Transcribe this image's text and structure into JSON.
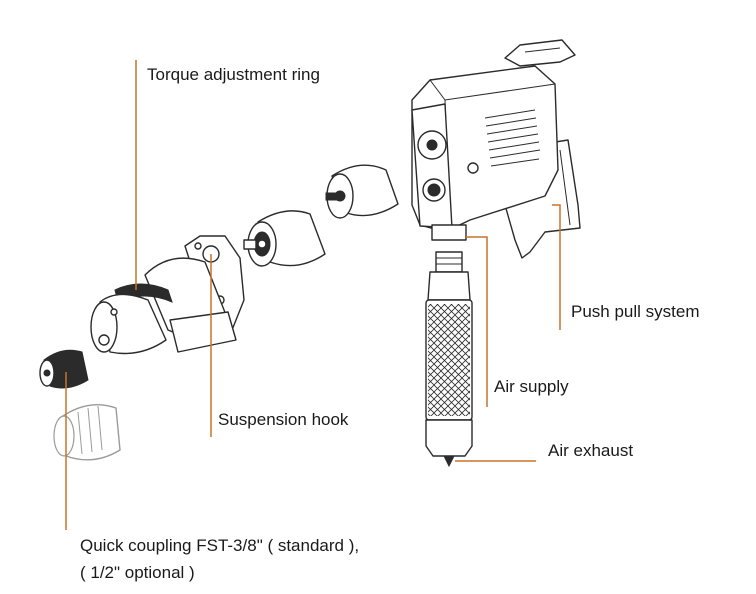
{
  "accent_color": "#c8742c",
  "labels": {
    "torque_ring": "Torque adjustment ring",
    "push_pull": "Push pull system",
    "air_supply": "Air supply",
    "suspension_hook": "Suspension hook",
    "air_exhaust": "Air exhaust",
    "quick_coupling_line1": "Quick coupling FST-3/8\" ( standard ),",
    "quick_coupling_line2": "( 1/2\" optional )"
  }
}
